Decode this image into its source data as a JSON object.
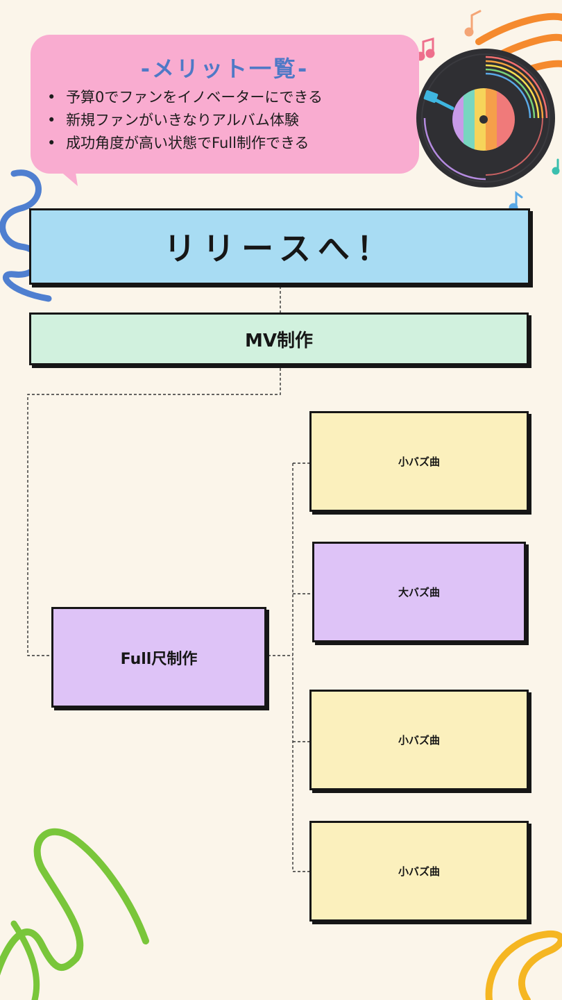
{
  "merits": {
    "title": "-メリット一覧-",
    "items": [
      "予算0でファンをイノベーターにできる",
      "新規ファンがいきなりアルバム体験",
      "成功角度が高い状態でFull制作できる"
    ]
  },
  "nodes": {
    "release": "リリースへ！",
    "mv": "MV制作",
    "full": "Full尺制作",
    "leaves": [
      "小バズ曲",
      "大バズ曲",
      "小バズ曲",
      "小バズ曲"
    ]
  },
  "colors": {
    "bubble": "#f9acd0",
    "release": "#a8dcf3",
    "mv": "#d1f1de",
    "purple": "#dec3f7",
    "yellow": "#fbf0bd",
    "title_blue": "#4f79c6"
  },
  "icons": [
    "vinyl-record-icon",
    "music-note-icon",
    "scribble-decoration-icon"
  ]
}
